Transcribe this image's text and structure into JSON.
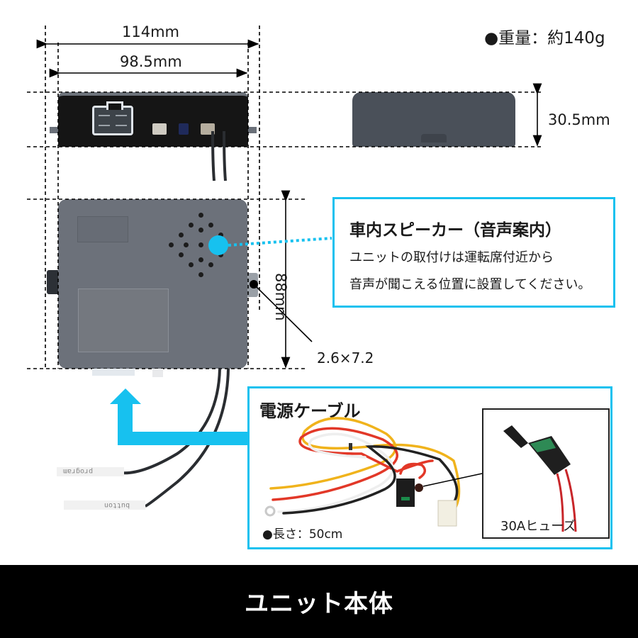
{
  "weight": "●重量：約140g",
  "dimensions": {
    "overall_width": "114mm",
    "body_width": "98.5mm",
    "height": "30.5mm",
    "depth": "88mm",
    "mount_hole": "2.6×7.2"
  },
  "speaker_callout": {
    "title": "車内スピーカー（音声案内）",
    "lines": [
      "ユニットの取付けは運転席付近から",
      "音声が聞こえる位置に設置してください。"
    ]
  },
  "cable_callout": {
    "title": "電源ケーブル",
    "length": "●長さ：50cm",
    "fuse_label": "30Aヒューズ"
  },
  "wire_tags": [
    "program",
    "button"
  ],
  "colors": {
    "accent": "#17c1ef",
    "unit_body": "#6c717a",
    "footer_bg": "#000000"
  },
  "footer": {
    "title": "ユニット本体"
  }
}
